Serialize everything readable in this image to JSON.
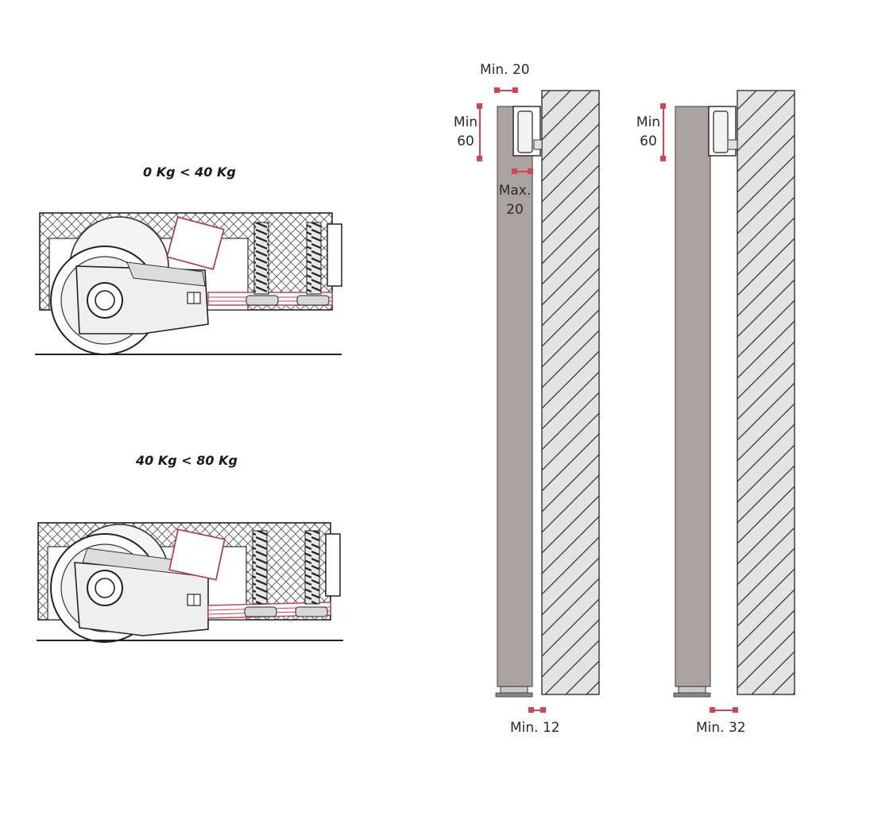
{
  "weight_ranges": {
    "light": "0 Kg < 40 Kg",
    "heavy": "40 Kg < 80 Kg"
  },
  "dimensions": {
    "top_gap": "Min. 20",
    "height_left": {
      "line1": "Min",
      "line2": "60"
    },
    "overlap": {
      "line1": "Max.",
      "line2": "20"
    },
    "height_right": {
      "line1": "Min",
      "line2": "60"
    },
    "bottom_gap_left": "Min. 12",
    "bottom_gap_right": "Min. 32"
  },
  "colors": {
    "dimension_marker": "#d64452",
    "door_panel": "#aaa39f",
    "wall_fill": "#e3e3e3",
    "outline": "#333333"
  }
}
